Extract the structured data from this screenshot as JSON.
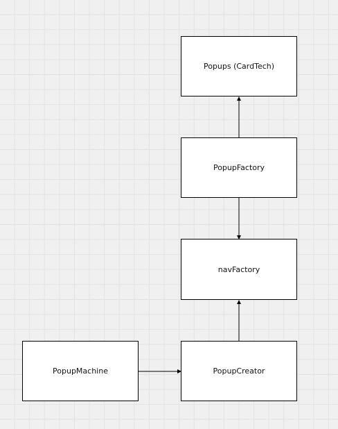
{
  "diagram": {
    "nodes": [
      {
        "id": "popups",
        "label": "Popups (CardTech)"
      },
      {
        "id": "factory",
        "label": "PopupFactory"
      },
      {
        "id": "nav",
        "label": "navFactory"
      },
      {
        "id": "creator",
        "label": "PopupCreator"
      },
      {
        "id": "machine",
        "label": "PopupMachine"
      }
    ],
    "edges": [
      {
        "from": "factory",
        "to": "popups"
      },
      {
        "from": "factory",
        "to": "nav"
      },
      {
        "from": "creator",
        "to": "nav"
      },
      {
        "from": "machine",
        "to": "creator"
      }
    ],
    "colors": {
      "background": "#f0f0f0",
      "grid": "#e3e3e3",
      "node_fill": "#ffffff",
      "stroke": "#000000"
    }
  }
}
